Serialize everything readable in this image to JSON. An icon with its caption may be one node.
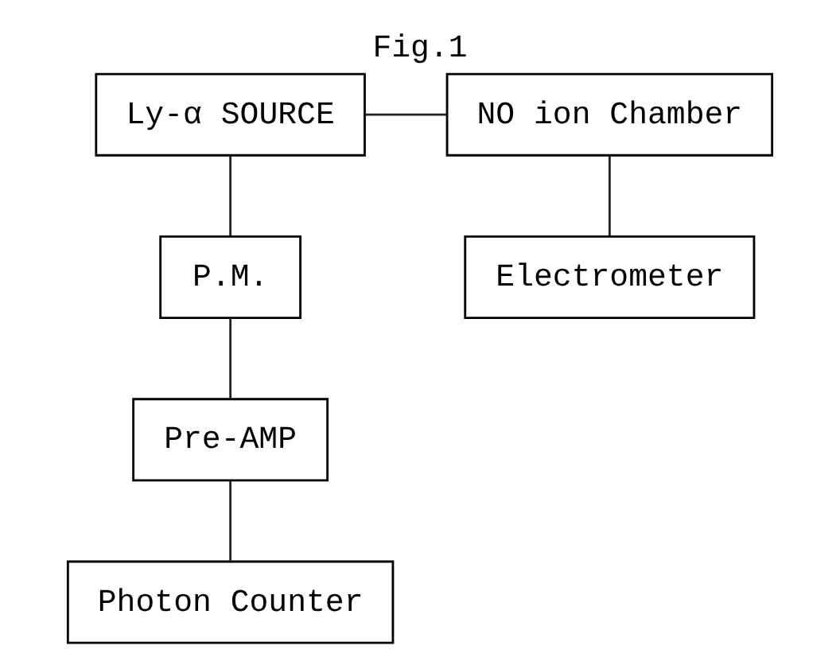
{
  "diagram": {
    "title": "Fig.1",
    "nodes": [
      {
        "text": [
          "Ly-α SOURCE"
        ]
      },
      {
        "text": [
          "NO ion Chamber"
        ]
      },
      {
        "text": [
          "P.M."
        ]
      },
      {
        "text": [
          "Electrometer"
        ]
      },
      {
        "text": [
          "Pre-AMP"
        ]
      },
      {
        "text": [
          "Photon Counter"
        ]
      }
    ],
    "edges": [
      {
        "from": 0,
        "to": 1,
        "arrow": "none"
      },
      {
        "from": 0,
        "to": 2,
        "arrow": "none"
      },
      {
        "from": 1,
        "to": 3,
        "arrow": "none"
      },
      {
        "from": 2,
        "to": 4,
        "arrow": "none"
      },
      {
        "from": 4,
        "to": 5,
        "arrow": "none"
      }
    ]
  }
}
